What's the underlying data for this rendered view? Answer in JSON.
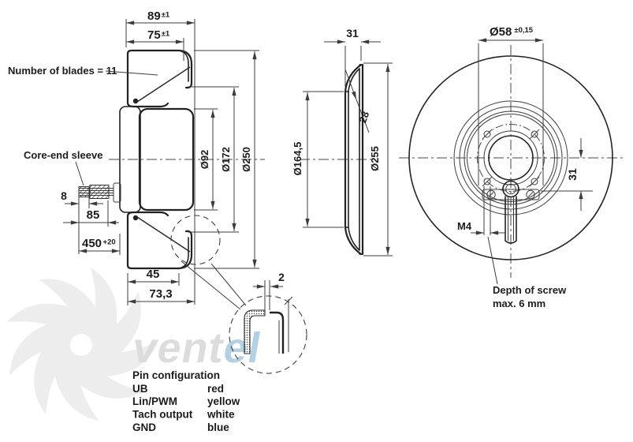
{
  "drawing": {
    "side_view": {
      "label_blades": "Number of blades = 11",
      "label_sleeve": "Core-end sleeve",
      "dim_89": "89",
      "dim_89_tol": "±1",
      "dim_75": "75",
      "dim_75_tol": "±1",
      "dim_8": "8",
      "dim_85": "85",
      "dim_450": "450",
      "dim_450_tol": "+20",
      "dim_45": "45",
      "dim_73_3": "73,3",
      "dim_d92": "Ø92",
      "dim_d172": "Ø172",
      "dim_d250": "Ø250"
    },
    "inlet_ring_view": {
      "dim_31": "31",
      "dim_28": "28",
      "dim_d164_5": "Ø164,5",
      "dim_d255": "Ø255"
    },
    "rear_view": {
      "dim_d58": "Ø58",
      "dim_d58_tol": "±0,15",
      "dim_31": "31",
      "dim_m4": "M4",
      "note_depth_line1": "Depth of screw",
      "note_depth_line2": "max. 6 mm"
    },
    "hem_detail_view": {
      "dim_2": "2"
    }
  },
  "pin_configuration": {
    "title": "Pin configuration",
    "rows": [
      {
        "pin": "UB",
        "wire_color": "red"
      },
      {
        "pin": "Lin/PWM",
        "wire_color": "yellow"
      },
      {
        "pin": "Tach output",
        "wire_color": "white"
      },
      {
        "pin": "GND",
        "wire_color": "blue"
      }
    ]
  },
  "watermark": {
    "part1": "vent",
    "part2": "el",
    "color1": "#dcdcdc",
    "color2": "#b3d1e3",
    "fan_color": "#ededed"
  },
  "colors": {
    "line": "#222222",
    "dimension": "#3c3c3c",
    "text": "#1c1c1c"
  }
}
